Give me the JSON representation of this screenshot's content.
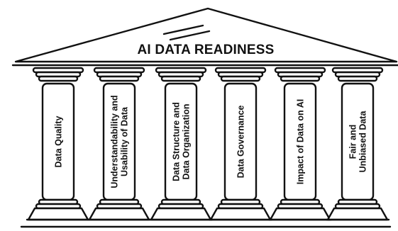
{
  "title": "AI DATA READINESS",
  "pillars": [
    {
      "lines": [
        "Data Quality"
      ]
    },
    {
      "lines": [
        "Understandability and",
        "Usability of Data"
      ]
    },
    {
      "lines": [
        "Data Structure and",
        "Data Organization"
      ]
    },
    {
      "lines": [
        "Data Governance"
      ]
    },
    {
      "lines": [
        "Impact of Data on AI"
      ]
    },
    {
      "lines": [
        "Fair and",
        "Unbiased Data"
      ]
    }
  ]
}
